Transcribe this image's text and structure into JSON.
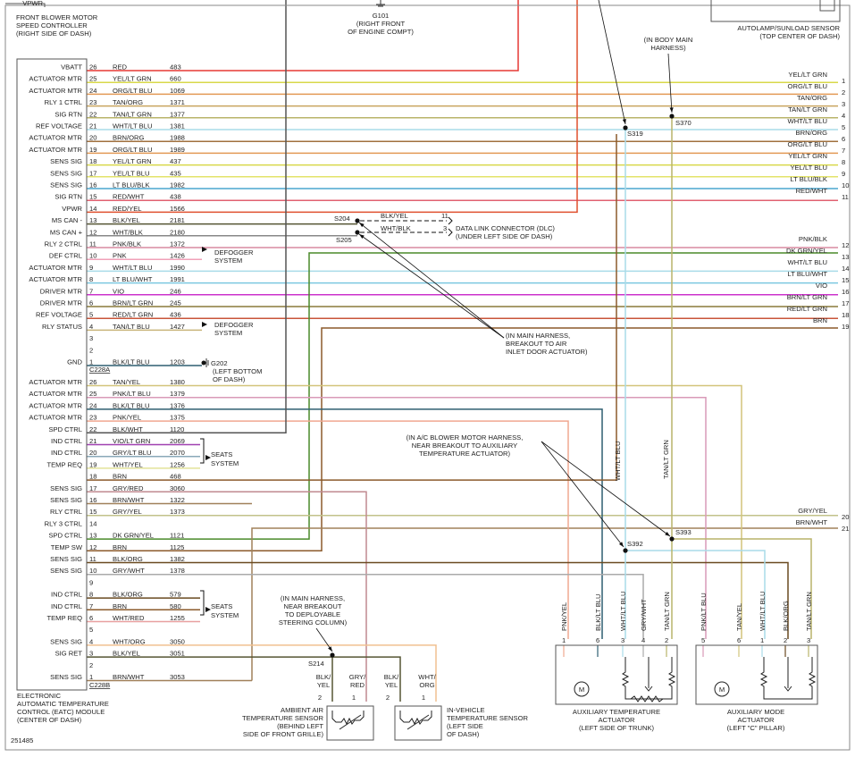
{
  "doc_id": "251485",
  "module": {
    "name_lines": [
      "ELECTRONIC",
      "AUTOMATIC TEMPERATURE",
      "CONTROL (EATC) MODULE",
      "(CENTER OF DASH)"
    ],
    "connector_a": "C228A",
    "connector_b": "C228B"
  },
  "labels": {
    "vpwr_top": "VPWR",
    "blower_motor": [
      "FRONT BLOWER MOTOR",
      "SPEED CONTROLLER",
      "(RIGHT SIDE OF DASH)"
    ],
    "g101": [
      "G101",
      "(RIGHT FRONT",
      "OF ENGINE COMPT)"
    ],
    "autolamp": [
      "AUTOLAMP/SUNLOAD SENSOR",
      "(TOP CENTER OF DASH)"
    ],
    "body_main": [
      "(IN BODY MAIN",
      "HARNESS)"
    ],
    "main_harness_air": [
      "(IN MAIN HARNESS,",
      "BREAKOUT TO AIR",
      "INLET DOOR ACTUATOR)"
    ],
    "ac_blower": [
      "(IN A/C BLOWER MOTOR HARNESS,",
      "NEAR BREAKOUT TO AUXILIARY",
      "TEMPERATURE ACTUATOR)"
    ],
    "main_harness_steer": [
      "(IN MAIN HARNESS,",
      "NEAR BREAKOUT",
      "TO DEPLOYABLE",
      "STEERING COLUMN)"
    ],
    "dlc": [
      "DATA LINK CONNECTOR (DLC)",
      "(UNDER LEFT SIDE OF DASH)"
    ],
    "defogger": [
      "DEFOGGER",
      "SYSTEM"
    ],
    "seats": [
      "SEATS",
      "SYSTEM"
    ],
    "g202": [
      "G202",
      "(LEFT BOTTOM",
      "OF DASH)"
    ],
    "splices": {
      "s204": "S204",
      "s205": "S205",
      "s319": "S319",
      "s370": "S370",
      "s392": "S392",
      "s393": "S393",
      "s214": "S214"
    },
    "dlc_wires": [
      {
        "color": "BLK/YEL",
        "pin": "11"
      },
      {
        "color": "WHT/BLK",
        "pin": "3"
      }
    ],
    "vertical": {
      "wht_lt_blu": "WHT/LT BLU",
      "tan_lt_grn": "TAN/LT GRN"
    },
    "aux_temp": [
      "AUXILIARY TEMPERATURE",
      "ACTUATOR",
      "(LEFT SIDE OF TRUNK)"
    ],
    "aux_mode": [
      "AUXILIARY MODE",
      "ACTUATOR",
      "(LEFT \"C\" PILLAR)"
    ],
    "ambient": [
      "AMBIENT AIR",
      "TEMPERATURE SENSOR",
      "(BEHIND LEFT",
      "SIDE OF FRONT GRILLE)"
    ],
    "invehicle": [
      "IN-VEHICLE",
      "TEMPERATURE SENSOR",
      "(LEFT SIDE",
      "OF DASH)"
    ],
    "motor_symbol": "M"
  },
  "pins_a": [
    {
      "func": "VBATT",
      "pin": "26",
      "color": "RED",
      "circuit": "483",
      "hex": "#e53935"
    },
    {
      "func": "ACTUATOR MTR",
      "pin": "25",
      "color": "YEL/LT GRN",
      "circuit": "660",
      "hex": "#d8d84a"
    },
    {
      "func": "ACTUATOR MTR",
      "pin": "24",
      "color": "ORG/LT BLU",
      "circuit": "1069",
      "hex": "#e39a55"
    },
    {
      "func": "RLY 1 CTRL",
      "pin": "23",
      "color": "TAN/ORG",
      "circuit": "1371",
      "hex": "#c9a45f"
    },
    {
      "func": "SIG RTN",
      "pin": "22",
      "color": "TAN/LT GRN",
      "circuit": "1377",
      "hex": "#b9b46a"
    },
    {
      "func": "REF VOLTAGE",
      "pin": "21",
      "color": "WHT/LT BLU",
      "circuit": "1381",
      "hex": "#a9dbe8"
    },
    {
      "func": "ACTUATOR MTR",
      "pin": "20",
      "color": "BRN/ORG",
      "circuit": "1988",
      "hex": "#a0703e"
    },
    {
      "func": "ACTUATOR MTR",
      "pin": "19",
      "color": "ORG/LT BLU",
      "circuit": "1989",
      "hex": "#e39a55"
    },
    {
      "func": "SENS SIG",
      "pin": "18",
      "color": "YEL/LT GRN",
      "circuit": "437",
      "hex": "#d8d84a"
    },
    {
      "func": "SENS SIG",
      "pin": "17",
      "color": "YEL/LT BLU",
      "circuit": "435",
      "hex": "#e3e36a"
    },
    {
      "func": "SENS SIG",
      "pin": "16",
      "color": "LT BLU/BLK",
      "circuit": "1982",
      "hex": "#4aa6cf"
    },
    {
      "func": "SIG RTN",
      "pin": "15",
      "color": "RED/WHT",
      "circuit": "438",
      "hex": "#e06070"
    },
    {
      "func": "VPWR",
      "pin": "14",
      "color": "RED/YEL",
      "circuit": "1566",
      "hex": "#e0502f"
    },
    {
      "func": "MS CAN -",
      "pin": "13",
      "color": "BLK/YEL",
      "circuit": "2181",
      "hex": "#555533"
    },
    {
      "func": "MS CAN +",
      "pin": "12",
      "color": "WHT/BLK",
      "circuit": "2180",
      "hex": "#888888"
    },
    {
      "func": "RLY 2 CTRL",
      "pin": "11",
      "color": "PNK/BLK",
      "circuit": "1372",
      "hex": "#d98aa0"
    },
    {
      "func": "DEF CTRL",
      "pin": "10",
      "color": "PNK",
      "circuit": "1426",
      "hex": "#f0a0b8"
    },
    {
      "func": "ACTUATOR MTR",
      "pin": "9",
      "color": "WHT/LT BLU",
      "circuit": "1990",
      "hex": "#a9dbe8"
    },
    {
      "func": "ACTUATOR MTR",
      "pin": "8",
      "color": "LT BLU/WHT",
      "circuit": "1991",
      "hex": "#7cc8e0"
    },
    {
      "func": "DRIVER MTR",
      "pin": "7",
      "color": "VIO",
      "circuit": "246",
      "hex": "#cc33cc"
    },
    {
      "func": "DRIVER MTR",
      "pin": "6",
      "color": "BRN/LT GRN",
      "circuit": "245",
      "hex": "#8a7a3a"
    },
    {
      "func": "REF VOLTAGE",
      "pin": "5",
      "color": "RED/LT GRN",
      "circuit": "436",
      "hex": "#c9553a"
    },
    {
      "func": "RLY STATUS",
      "pin": "4",
      "color": "TAN/LT BLU",
      "circuit": "1427",
      "hex": "#c9b47a"
    },
    {
      "func": "",
      "pin": "3",
      "color": "",
      "circuit": "",
      "hex": ""
    },
    {
      "func": "",
      "pin": "2",
      "color": "",
      "circuit": "",
      "hex": ""
    },
    {
      "func": "GND",
      "pin": "1",
      "color": "BLK/LT BLU",
      "circuit": "1203",
      "hex": "#2f5f70"
    }
  ],
  "pins_b": [
    {
      "func": "ACTUATOR MTR",
      "pin": "26",
      "color": "TAN/YEL",
      "circuit": "1380",
      "hex": "#d2c47a"
    },
    {
      "func": "ACTUATOR MTR",
      "pin": "25",
      "color": "PNK/LT BLU",
      "circuit": "1379",
      "hex": "#d99ab8"
    },
    {
      "func": "ACTUATOR MTR",
      "pin": "24",
      "color": "BLK/LT BLU",
      "circuit": "1376",
      "hex": "#2f5f70"
    },
    {
      "func": "ACTUATOR MTR",
      "pin": "23",
      "color": "PNK/YEL",
      "circuit": "1375",
      "hex": "#f0a890"
    },
    {
      "func": "SPD CTRL",
      "pin": "22",
      "color": "BLK/WHT",
      "circuit": "1120",
      "hex": "#555555"
    },
    {
      "func": "IND CTRL",
      "pin": "21",
      "color": "VIO/LT GRN",
      "circuit": "2069",
      "hex": "#a040b0"
    },
    {
      "func": "IND CTRL",
      "pin": "20",
      "color": "GRY/LT BLU",
      "circuit": "2070",
      "hex": "#8aa8b8"
    },
    {
      "func": "TEMP REQ",
      "pin": "19",
      "color": "WHT/YEL",
      "circuit": "1256",
      "hex": "#e2e29a"
    },
    {
      "func": "",
      "pin": "18",
      "color": "BRN",
      "circuit": "468",
      "hex": "#8b5a2b"
    },
    {
      "func": "SENS SIG",
      "pin": "17",
      "color": "GRY/RED",
      "circuit": "3060",
      "hex": "#c08a90"
    },
    {
      "func": "SENS SIG",
      "pin": "16",
      "color": "BRN/WHT",
      "circuit": "1322",
      "hex": "#a0805a"
    },
    {
      "func": "RLY CTRL",
      "pin": "15",
      "color": "GRY/YEL",
      "circuit": "1373",
      "hex": "#c2c28a"
    },
    {
      "func": "RLY 3 CTRL",
      "pin": "14",
      "color": "",
      "circuit": "",
      "hex": ""
    },
    {
      "func": "SPD CTRL",
      "pin": "13",
      "color": "DK GRN/YEL",
      "circuit": "1121",
      "hex": "#4a8a2a"
    },
    {
      "func": "TEMP SW",
      "pin": "12",
      "color": "BRN",
      "circuit": "1125",
      "hex": "#8b5a2b"
    },
    {
      "func": "SENS SIG",
      "pin": "11",
      "color": "BLK/ORG",
      "circuit": "1382",
      "hex": "#6a4a20"
    },
    {
      "func": "SENS SIG",
      "pin": "10",
      "color": "GRY/WHT",
      "circuit": "1378",
      "hex": "#aaaaaa"
    },
    {
      "func": "",
      "pin": "9",
      "color": "",
      "circuit": "",
      "hex": ""
    },
    {
      "func": "IND CTRL",
      "pin": "8",
      "color": "BLK/ORG",
      "circuit": "579",
      "hex": "#6a4a20"
    },
    {
      "func": "IND CTRL",
      "pin": "7",
      "color": "BRN",
      "circuit": "580",
      "hex": "#8b5a2b"
    },
    {
      "func": "TEMP REQ",
      "pin": "6",
      "color": "WHT/RED",
      "circuit": "1255",
      "hex": "#e8a0a0"
    },
    {
      "func": "",
      "pin": "5",
      "color": "",
      "circuit": "",
      "hex": ""
    },
    {
      "func": "SENS SIG",
      "pin": "4",
      "color": "WHT/ORG",
      "circuit": "3050",
      "hex": "#f0c090"
    },
    {
      "func": "SIG RET",
      "pin": "3",
      "color": "BLK/YEL",
      "circuit": "3051",
      "hex": "#555533"
    },
    {
      "func": "",
      "pin": "2",
      "color": "",
      "circuit": "",
      "hex": ""
    },
    {
      "func": "SENS SIG",
      "pin": "1",
      "color": "BRN/WHT",
      "circuit": "3053",
      "hex": "#a0805a"
    }
  ],
  "autolamp_pins": [
    {
      "n": "1",
      "label": "YEL/LT GRN",
      "hex": "#d8d84a"
    },
    {
      "n": "2",
      "label": "ORG/LT BLU",
      "hex": "#e39a55"
    },
    {
      "n": "3",
      "label": "TAN/ORG",
      "hex": "#c9a45f"
    },
    {
      "n": "4",
      "label": "TAN/LT GRN",
      "hex": "#b9b46a"
    },
    {
      "n": "5",
      "label": "WHT/LT BLU",
      "hex": "#a9dbe8"
    },
    {
      "n": "6",
      "label": "BRN/ORG",
      "hex": "#a0703e"
    },
    {
      "n": "7",
      "label": "ORG/LT BLU",
      "hex": "#e39a55"
    },
    {
      "n": "8",
      "label": "YEL/LT GRN",
      "hex": "#d8d84a"
    },
    {
      "n": "9",
      "label": "YEL/LT BLU",
      "hex": "#e3e36a"
    },
    {
      "n": "10",
      "label": "LT BLU/BLK",
      "hex": "#4aa6cf"
    },
    {
      "n": "11",
      "label": "RED/WHT",
      "hex": "#e06070"
    },
    {
      "n": "12",
      "label": "PNK/BLK",
      "hex": "#d98aa0"
    },
    {
      "n": "13",
      "label": "DK GRN/YEL",
      "hex": "#4a8a2a"
    },
    {
      "n": "14",
      "label": "WHT/LT BLU",
      "hex": "#a9dbe8"
    },
    {
      "n": "15",
      "label": "LT BLU/WHT",
      "hex": "#7cc8e0"
    },
    {
      "n": "16",
      "label": "VIO",
      "hex": "#cc33cc"
    },
    {
      "n": "17",
      "label": "BRN/LT GRN",
      "hex": "#8a7a3a"
    },
    {
      "n": "18",
      "label": "RED/LT GRN",
      "hex": "#c9553a"
    },
    {
      "n": "19",
      "label": "BRN",
      "hex": "#8b5a2b"
    },
    {
      "n": "20",
      "label": "GRY/YEL",
      "hex": "#c2c28a"
    },
    {
      "n": "21",
      "label": "BRN/WHT",
      "hex": "#a0805a"
    }
  ],
  "aux_temp_pins": [
    {
      "pin": "1",
      "wire": "PNK/YEL",
      "hex": "#f0a890"
    },
    {
      "pin": "6",
      "wire": "BLK/LT BLU",
      "hex": "#2f5f70"
    },
    {
      "pin": "3",
      "wire": "WHT/LT BLU",
      "hex": "#a9dbe8"
    },
    {
      "pin": "4",
      "wire": "GRY/WHT",
      "hex": "#aaaaaa"
    },
    {
      "pin": "2",
      "wire": "TAN/LT GRN",
      "hex": "#b9b46a"
    }
  ],
  "aux_mode_pins": [
    {
      "pin": "5",
      "wire": "PNK/LT BLU",
      "hex": "#d99ab8"
    },
    {
      "pin": "6",
      "wire": "TAN/YEL",
      "hex": "#d2c47a"
    },
    {
      "pin": "1",
      "wire": "WHT/LT BLU",
      "hex": "#a9dbe8"
    },
    {
      "pin": "2",
      "wire": "BLK/ORG",
      "hex": "#6a4a20"
    },
    {
      "pin": "3",
      "wire": "TAN/LT GRN",
      "hex": "#b9b46a"
    }
  ],
  "ambient_pins": [
    {
      "pin": "2",
      "wire": "BLK/ YEL",
      "hex": "#555533"
    },
    {
      "pin": "1",
      "wire": "GRY/ RED",
      "hex": "#c08a90"
    }
  ],
  "invehicle_pins": [
    {
      "pin": "2",
      "wire": "BLK/ YEL",
      "hex": "#555533"
    },
    {
      "pin": "1",
      "wire": "WHT/ ORG",
      "hex": "#f0c090"
    }
  ]
}
